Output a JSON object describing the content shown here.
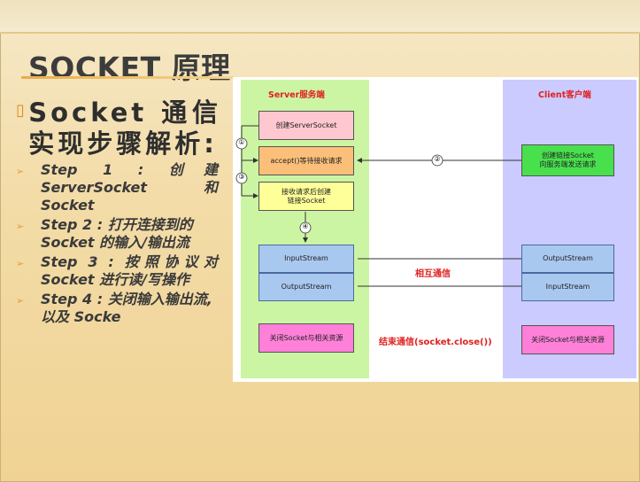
{
  "slide": {
    "title": "SOCKET 原理",
    "bullet": "Socket 通信实现步骤解析:",
    "steps": [
      "Step 1 : 创建ServerSocket 和Socket",
      "Step 2 : 打开连接到的Socket 的输入/输出流",
      "Step 3 : 按照协议对Socket 进行读/写操作",
      "Step 4 : 关闭输入输出流, 以及 Socke"
    ]
  },
  "diagram": {
    "server_label": "Server服务端",
    "client_label": "Client客户端",
    "server_create": "创建ServerSocket",
    "server_accept": "accept()等待接收请求",
    "server_connected_line1": "接收请求后创建",
    "server_connected_line2": "链接Socket",
    "server_input": "InputStream",
    "server_output": "OutputStream",
    "server_close": "关闭Socket与相关资源",
    "client_create_line1": "创建链接Socket",
    "client_create_line2": "向服务端发送请求",
    "client_output": "OutputStream",
    "client_input": "InputStream",
    "client_close": "关闭Socket与相关资源",
    "mutual_label": "相互通信",
    "end_label": "结束通信(socket.close())",
    "marker_1": "①",
    "marker_2": "②",
    "marker_3": "③",
    "marker_4": "④"
  },
  "colors": {
    "title_accent": "#e8ad4a",
    "server_bg": "#ccf5a3",
    "client_bg": "#cbcbff",
    "label_red": "#e02020"
  }
}
